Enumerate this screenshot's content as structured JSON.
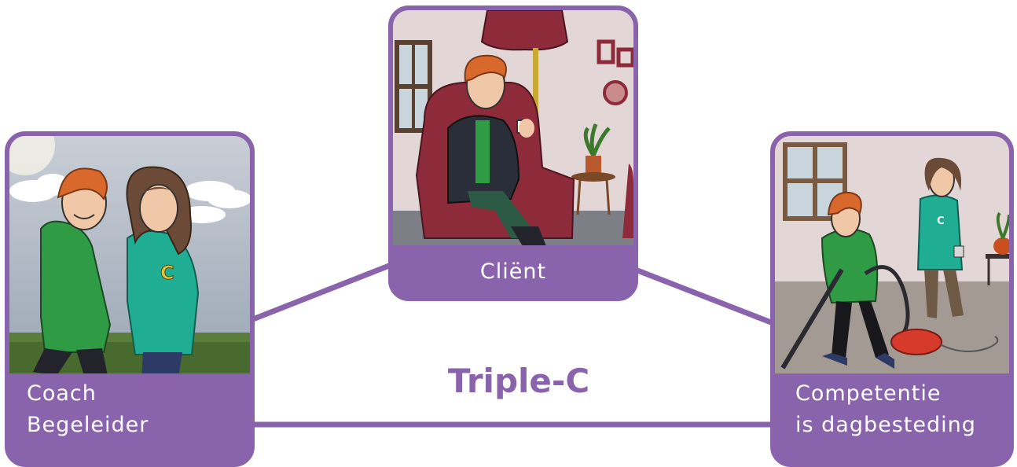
{
  "title": "Triple-C",
  "nodes": {
    "coach": {
      "line1": "Coach",
      "line2": "Begeleider"
    },
    "client": {
      "label": "Cliënt"
    },
    "competentie": {
      "line1": "Competentie",
      "line2": "is dagbesteding"
    }
  },
  "edges": [
    {
      "from": "coach",
      "to": "client"
    },
    {
      "from": "client",
      "to": "competentie"
    },
    {
      "from": "coach",
      "to": "competentie"
    }
  ],
  "colors": {
    "accent": "#8a63ad",
    "hoodie_green": "#2f9b44",
    "sweater_teal": "#1fae93",
    "hair_orange": "#d9682d",
    "armchair_red": "#8e2b3b"
  },
  "illustrations": {
    "coach": "two-people-walking-outdoors",
    "client": "person-sitting-in-armchair-with-cup",
    "competentie": "person-vacuuming-with-coach"
  }
}
